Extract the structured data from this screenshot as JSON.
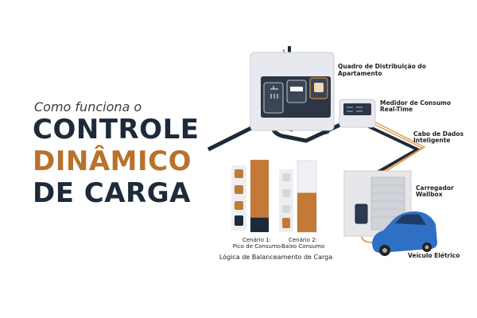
{
  "title": {
    "intro": "Como funciona o",
    "line1": "CONTROLE",
    "line2": "DINÂMICO",
    "line3": "DE CARGA"
  },
  "diagram": {
    "labels": {
      "panel_1": "Quadro de Distribuição do",
      "panel_2": "Apartamento",
      "meter_1": "Medidor de Consumo",
      "meter_2": "Real-Time",
      "cable_1": "Cabo de Dados",
      "cable_2": "Inteligente",
      "charger_1": "Carregador",
      "charger_2": "Wallbox",
      "vehicle": "Veículo Elétrico"
    },
    "scenarios": [
      {
        "title": "Cenário 1:",
        "subtitle": "Pico de Consumo",
        "ev_share": 0.2
      },
      {
        "title": "Cenário 2:",
        "subtitle": "Baixo Consumo",
        "ev_share": 0.55
      }
    ],
    "logic_caption": "Lógica de Balanceamento de Carga",
    "colors": {
      "navy": "#1c2a3a",
      "orange": "#b8722c",
      "car_blue": "#2f6fc4"
    }
  }
}
